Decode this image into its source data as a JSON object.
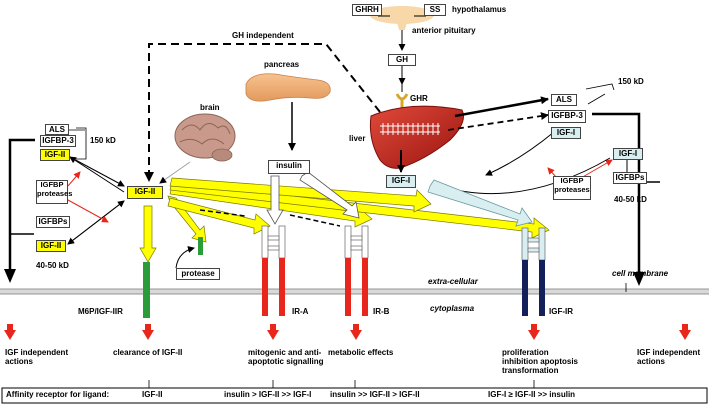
{
  "title_gh_independent": "GH independent",
  "hypothalamus": {
    "ghrh": "GHRH",
    "ss": "SS",
    "label": "hypothalamus",
    "pituitary": "anterior pituitary"
  },
  "gh": "GH",
  "ghr": "GHR",
  "liver": "liver",
  "pancreas": "pancreas",
  "brain": "brain",
  "insulin": "insulin",
  "left_complex": {
    "als": "ALS",
    "igfbp3": "IGFBP-3",
    "igf2": "IGF-II",
    "size": "150 kD"
  },
  "right_complex": {
    "als": "ALS",
    "igfbp3": "IGFBP-3",
    "igf1": "IGF-I",
    "size": "150 kD"
  },
  "left_proteases": "IGFBP proteases",
  "right_proteases": "IGFBP proteases",
  "left_igfbps": {
    "igfbps": "IGFBPs",
    "igf2": "IGF-II",
    "size": "40-50 kD"
  },
  "right_igfbps": {
    "igf1": "IGF-I",
    "igfbps": "IGFBPs",
    "size": "40-50 kD"
  },
  "center_igf2": "IGF-II",
  "center_igf1": "IGF-I",
  "protease": "protease",
  "extracellular": "extra-cellular",
  "cell_membrane": "cell membrane",
  "cytoplasma": "cytoplasma",
  "receptors": {
    "m6p": "M6P/IGF-IIR",
    "ira": "IR-A",
    "irb": "IR-B",
    "igfir": "IGF-IR"
  },
  "effects": {
    "left": "IGF independent actions",
    "m6p": "clearance of IGF-II",
    "ira": "mitogenic and anti-apoptotic signalling",
    "irb": "metabolic effects",
    "igfir": "proliferation inhibition apoptosis transformation",
    "right": "IGF independent actions"
  },
  "affinity": {
    "label": "Affinity receptor for ligand:",
    "m6p": "IGF-II",
    "ira": "insulin > IGF-II >> IGF-I",
    "irb": "insulin >> IGF-II > IGF-II",
    "igfir": "IGF-I ≥ IGF-II >> insulin"
  },
  "colors": {
    "yellow": "#ffff00",
    "red": "#e8261b",
    "green": "#2a9d3a",
    "navy": "#14205a",
    "cyan": "#d8eef0",
    "liver": "#c0201c"
  }
}
